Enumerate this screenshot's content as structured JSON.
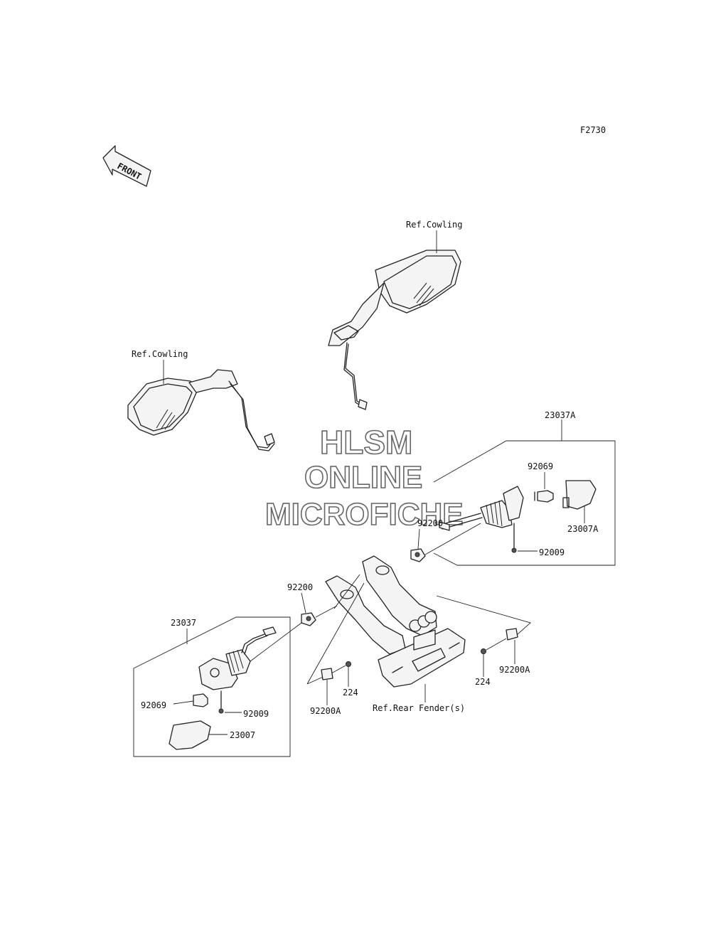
{
  "figure_code": "F2730",
  "front_indicator": "FRONT",
  "watermark": {
    "line1": "HLSM",
    "line2": "ONLINE",
    "line3": "MICROFICHE"
  },
  "labels": {
    "ref_cowling_right": "Ref.Cowling",
    "ref_cowling_left": "Ref.Cowling",
    "ref_rear_fender": "Ref.Rear Fender(s)",
    "assy_right": "23037A",
    "assy_left": "23037",
    "bulb_right": "92069",
    "bulb_left": "92069",
    "lens_right": "23007A",
    "lens_left": "23007",
    "screw_right": "92009",
    "screw_left": "92009",
    "gasket_right": "92200",
    "gasket_left": "92200",
    "clip_right": "92200A",
    "clip_left": "92200A",
    "bolt_right": "224",
    "bolt_left": "224"
  }
}
